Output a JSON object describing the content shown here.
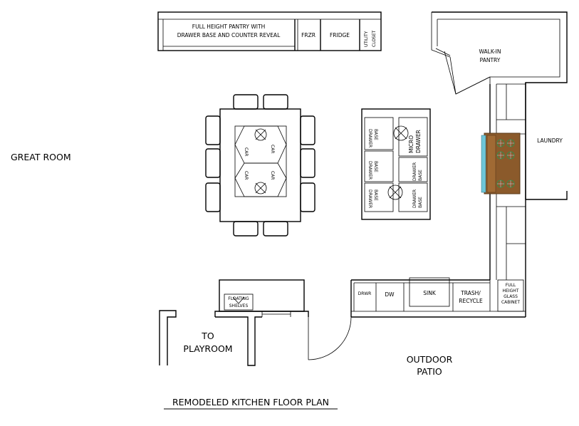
{
  "title": "REMODELED KITCHEN FLOOR PLAN",
  "rooms": {
    "great_room": "GREAT ROOM",
    "laundry": "LAUNDRY",
    "walk_in_pantry": [
      "WALK-IN",
      "PANTRY"
    ],
    "to_playroom": [
      "TO",
      "PLAYROOM"
    ],
    "outdoor_patio": [
      "OUTDOOR",
      "PATIO"
    ]
  },
  "top_cabinets": {
    "pantry": [
      "FULL HEIGHT PANTRY WITH",
      "DRAWER BASE AND COUNTER REVEAL"
    ],
    "frzr": "FRZR",
    "fridge": "FRIDGE",
    "utility_closet": [
      "UTILITY",
      "CLOSET"
    ]
  },
  "dining_table": {
    "car_labels": [
      "CAR",
      "CAR",
      "CAR",
      "CAR"
    ]
  },
  "island": {
    "drawer_base": [
      "DRAWER",
      "BASE"
    ],
    "micro_drawer": [
      "MICRO",
      "DRAWER"
    ]
  },
  "bottom_cabinets": {
    "drwr": "DRWR",
    "dw": "DW",
    "sink": "SINK",
    "trash_recycle": [
      "TRASH/",
      "RECYCLE"
    ],
    "glass_cabinet": [
      "FULL",
      "HEIGHT",
      "GLASS",
      "CABINET"
    ],
    "floating_shelves": [
      "FLOATING",
      "SHELVES"
    ]
  },
  "colors": {
    "line": "#000000",
    "range_fill": "#8b5a2b",
    "range_accent": "#6ec6d8",
    "burner": "#3c8a4a"
  }
}
